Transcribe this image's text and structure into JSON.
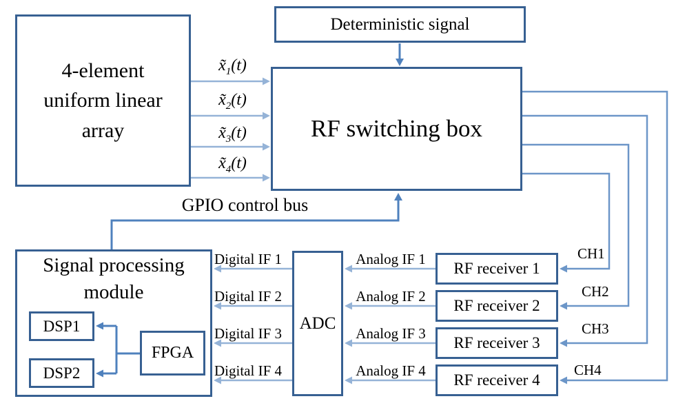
{
  "colors": {
    "box_border": "#376092",
    "connector_medium": "#4f81bd",
    "connector_light": "#95b3d7",
    "connector_route": "#6c96c8",
    "text_color": "#000000"
  },
  "array_box": {
    "line1": "4-element",
    "line2": "uniform linear",
    "line3": "array"
  },
  "deterministic_box": {
    "label": "Deterministic signal"
  },
  "rf_switching_box": {
    "label": "RF switching box"
  },
  "gpio_bus": {
    "label": "GPIO control bus"
  },
  "signals": [
    {
      "base": "x̃",
      "sub": "1",
      "arg": "(t)"
    },
    {
      "base": "x̃",
      "sub": "2",
      "arg": "(t)"
    },
    {
      "base": "x̃",
      "sub": "3",
      "arg": "(t)"
    },
    {
      "base": "x̃",
      "sub": "4",
      "arg": "(t)"
    }
  ],
  "signal_processing_module": {
    "line1": "Signal processing",
    "line2": "module",
    "dsp1": "DSP1",
    "dsp2": "DSP2",
    "fpga": "FPGA"
  },
  "adc": {
    "label": "ADC"
  },
  "digital_if": [
    "Digital IF 1",
    "Digital IF 2",
    "Digital IF 3",
    "Digital IF 4"
  ],
  "analog_if": [
    "Analog IF 1",
    "Analog IF 2",
    "Analog IF 3",
    "Analog IF 4"
  ],
  "rf_receivers": [
    "RF receiver 1",
    "RF receiver 2",
    "RF receiver 3",
    "RF receiver 4"
  ],
  "channels": [
    "CH1",
    "CH2",
    "CH3",
    "CH4"
  ]
}
